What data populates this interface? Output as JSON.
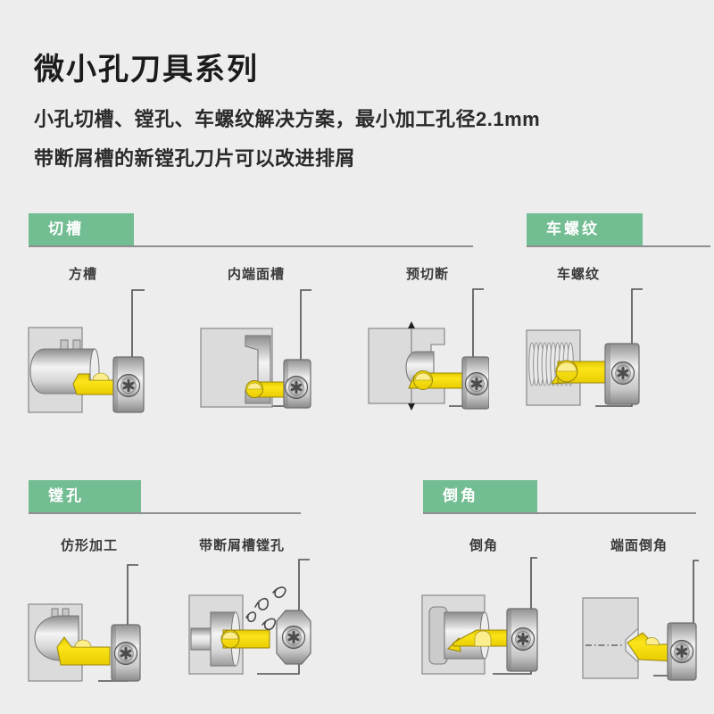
{
  "header": {
    "title": "微小孔刀具系列",
    "subtitle_line1": "小孔切槽、镗孔、车螺纹解决方案，最小加工孔径2.1mm",
    "subtitle_line2": "带断屑槽的新镗孔刀片可以改进排屑"
  },
  "colors": {
    "background": "#EDEDED",
    "accent_green": "#73BD93",
    "tool_yellow": "#F4D900",
    "line_gray": "#8E8E8E"
  },
  "sections": [
    {
      "label": "切槽",
      "items": [
        {
          "label": "方槽",
          "illustration": "square-groove-tool"
        },
        {
          "label": "内端面槽",
          "illustration": "internal-face-groove-tool"
        },
        {
          "label": "预切断",
          "illustration": "pre-cutoff-tool"
        }
      ]
    },
    {
      "label": "车螺纹",
      "items": [
        {
          "label": "车螺纹",
          "illustration": "thread-turning-tool"
        }
      ]
    },
    {
      "label": "镗孔",
      "items": [
        {
          "label": "仿形加工",
          "illustration": "profiling-tool"
        },
        {
          "label": "带断屑槽镗孔",
          "illustration": "chipbreaker-boring-tool"
        }
      ]
    },
    {
      "label": "倒角",
      "items": [
        {
          "label": "倒角",
          "illustration": "chamfer-tool"
        },
        {
          "label": "端面倒角",
          "illustration": "face-chamfer-tool"
        }
      ]
    }
  ]
}
